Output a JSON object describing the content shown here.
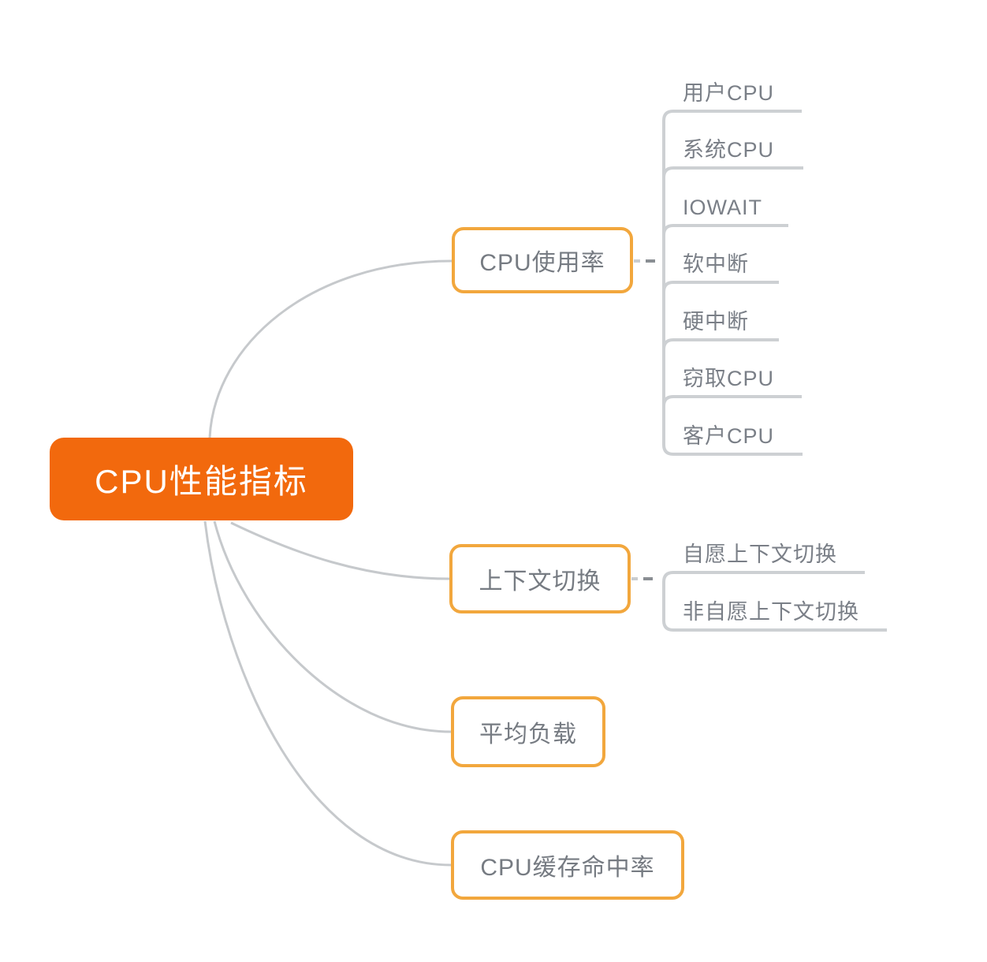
{
  "diagram": {
    "root": {
      "label": "CPU性能指标"
    },
    "branches": [
      {
        "label": "CPU使用率",
        "children": [
          {
            "label": "用户CPU"
          },
          {
            "label": "系统CPU"
          },
          {
            "label": "IOWAIT"
          },
          {
            "label": "软中断"
          },
          {
            "label": "硬中断"
          },
          {
            "label": "窃取CPU"
          },
          {
            "label": "客户CPU"
          }
        ]
      },
      {
        "label": "上下文切换",
        "children": [
          {
            "label": "自愿上下文切换"
          },
          {
            "label": "非自愿上下文切换"
          }
        ]
      },
      {
        "label": "平均负载",
        "children": []
      },
      {
        "label": "CPU缓存命中率",
        "children": []
      }
    ],
    "colors": {
      "root_fill": "#F2690D",
      "root_text": "#FFFFFF",
      "branch_border": "#F2A73D",
      "branch_text": "#767B82",
      "subtopic_text": "#7A7F87",
      "line": "#C9CCCF",
      "dash_dark": "#8A8E93"
    }
  }
}
